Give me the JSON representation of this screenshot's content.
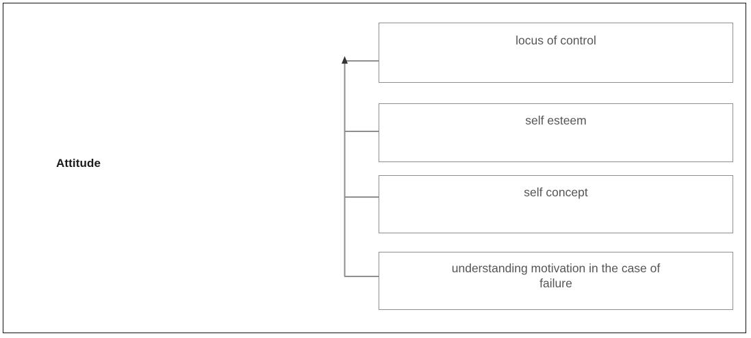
{
  "diagram": {
    "type": "tree",
    "orientation": "left-root-right-leaves",
    "title_present": false,
    "root": {
      "label": "Attitude",
      "bold": true,
      "color": "#1a1a1a"
    },
    "nodes": [
      {
        "id": "locus-of-control",
        "label": "locus of control"
      },
      {
        "id": "self-esteem",
        "label": "self esteem"
      },
      {
        "id": "self-concept",
        "label": "self concept"
      },
      {
        "id": "understanding-motivation-failure",
        "label": "understanding motivation in the case of\nfailure"
      }
    ],
    "connector": {
      "style": "orthogonal-bracket",
      "arrowhead": "up-arrow-at-trunk-top",
      "stroke_color": "#8e8e8e"
    },
    "colors": {
      "frame_border": "#111111",
      "box_border": "#8e8e8e",
      "box_fill": "#ffffff",
      "node_text": "#555555",
      "root_text": "#1a1a1a",
      "connector": "#8e8e8e",
      "arrowhead": "#333333",
      "background": "#ffffff"
    }
  }
}
